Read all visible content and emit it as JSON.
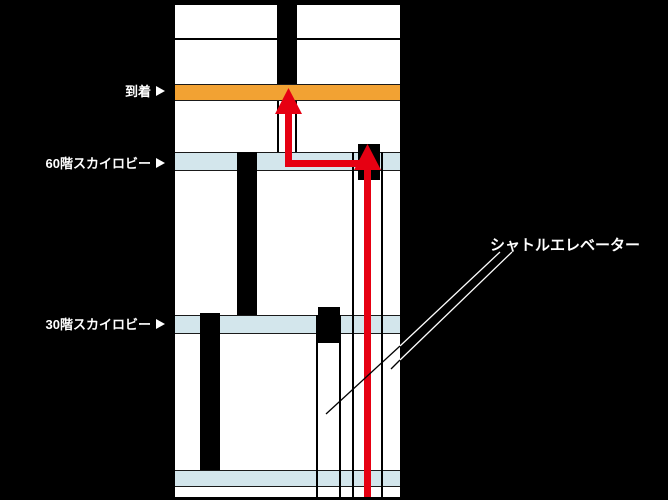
{
  "labels": {
    "arrival_floor": "到着",
    "upper_sky_lobby": "60階スカイロビー",
    "lower_sky_lobby": "30階スカイロビー",
    "shuttle_elevator": "シャトルエレベーター"
  },
  "colors": {
    "background": "#000000",
    "building": "#FFFFFF",
    "arrival_band": "#F2A233",
    "sky_lobby_band": "#D3E6EC",
    "route_red": "#E60012",
    "shaft": "#000000",
    "text": "#FFFFFF"
  },
  "diagram": {
    "type": "building-elevator-cross-section",
    "description_elements": [
      "arrival floor band (orange)",
      "upper sky lobby band (light blue)",
      "lower sky lobby band (light blue)",
      "ground lobby band (light blue)",
      "shuttle elevator shafts",
      "local elevator shafts",
      "red route arrows from ground to sky lobby to arrival floor"
    ]
  }
}
